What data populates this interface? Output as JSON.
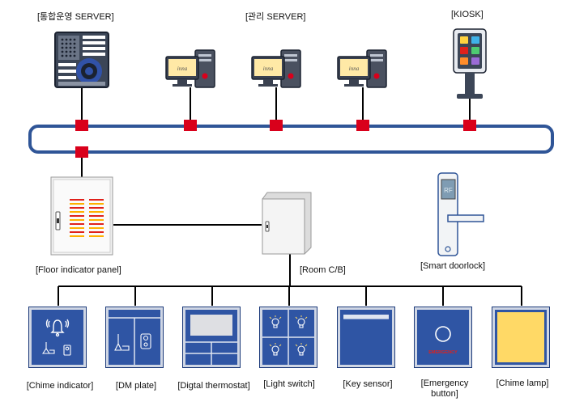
{
  "labels": {
    "integrated_server": "[통합운영 SERVER]",
    "mgmt_server": "[관리 SERVER]",
    "kiosk": "[KIOSK]",
    "floor_panel": "[Floor indicator panel]",
    "room_cb": "[Room C/B]",
    "smart_doorlock": "[Smart doorlock]"
  },
  "pc_brand": "inna",
  "doorlock_rf": "RF",
  "emergency_text": "EMERGENCY",
  "devices": [
    {
      "label": "[Chime indicator]"
    },
    {
      "label": "[DM plate]"
    },
    {
      "label": "[Digtal thermostat]"
    },
    {
      "label": "[Light switch]"
    },
    {
      "label": "[Key sensor]"
    },
    {
      "label": "[Emergency\nbutton]"
    },
    {
      "label": "[Chime lamp]"
    }
  ],
  "colors": {
    "network_ring": "#2f5597",
    "node": "#d9001b",
    "device_blue": "#2f55a4",
    "chime_lamp": "#ffd966",
    "emergency_red": "#e0211b"
  }
}
